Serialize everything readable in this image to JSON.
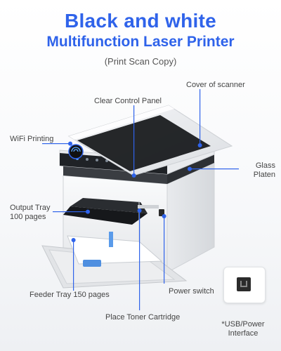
{
  "header": {
    "title_line1": "Black and white",
    "title_line2": "Multifunction Laser Printer",
    "subtitle": "(Print Scan Copy)"
  },
  "callouts": {
    "cover_of_scanner": "Cover of scanner",
    "clear_control_panel": "Clear Control Panel",
    "wifi_printing": "WiFi Printing",
    "glass_platen_line1": "Glass",
    "glass_platen_line2": "Platen",
    "output_tray_line1": "Output Tray",
    "output_tray_line2": "100 pages",
    "feeder_tray": "Feeder Tray 150 pages",
    "power_switch": "Power switch",
    "place_toner": "Place Toner Cartridge",
    "usb_line1": "*USB/Power",
    "usb_line2": "Interface"
  },
  "colors": {
    "accent": "#2f63ea",
    "printer_body": "#f1f2f4",
    "panel_dark": "#1f2226"
  }
}
